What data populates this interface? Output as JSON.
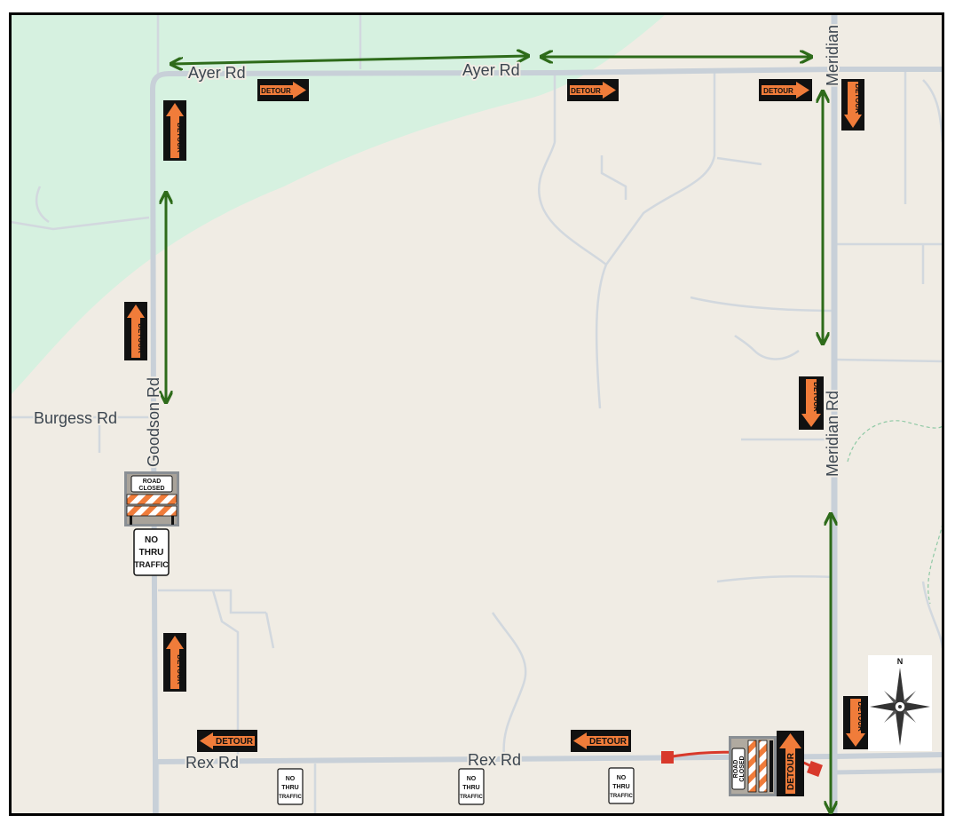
{
  "roads": {
    "ayer_west": "Ayer Rd",
    "ayer_east": "Ayer Rd",
    "meridian_north": "Meridian",
    "meridian_south": "Meridian Rd",
    "goodson": "Goodson Rd",
    "burgess": "Burgess Rd",
    "rex_west": "Rex Rd",
    "rex_east": "Rex Rd"
  },
  "signs": {
    "detour": "DETOUR",
    "road_closed_line1": "ROAD",
    "road_closed_line2": "CLOSED",
    "no_thru_line1": "NO",
    "no_thru_line2": "THRU",
    "no_thru_line3": "TRAFFIC"
  },
  "compass": {
    "north_label": "N"
  },
  "colors": {
    "map_background": "#f0ece4",
    "park": "#d6f1e0",
    "road": "#c8d0d8",
    "detour_route_arrow": "#2e6b1a",
    "closure": "#d8392b",
    "detour_sign_orange": "#f07c3a"
  }
}
